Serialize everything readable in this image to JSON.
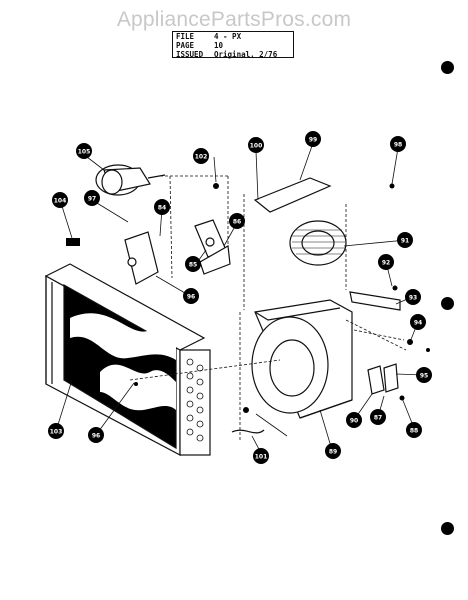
{
  "watermark": "AppliancePartsPros.com",
  "info_box": {
    "rows": [
      {
        "key": "FILE",
        "value": "4 - PX"
      },
      {
        "key": "PAGE",
        "value": "10"
      },
      {
        "key": "ISSUED",
        "value": "Original, 2/76"
      }
    ]
  },
  "callouts": [
    "105",
    "102",
    "100",
    "99",
    "98",
    "104",
    "97",
    "84",
    "86",
    "85",
    "91",
    "92",
    "96",
    "93",
    "94",
    "95",
    "103",
    "96",
    "89",
    "90",
    "87",
    "88",
    "101"
  ]
}
